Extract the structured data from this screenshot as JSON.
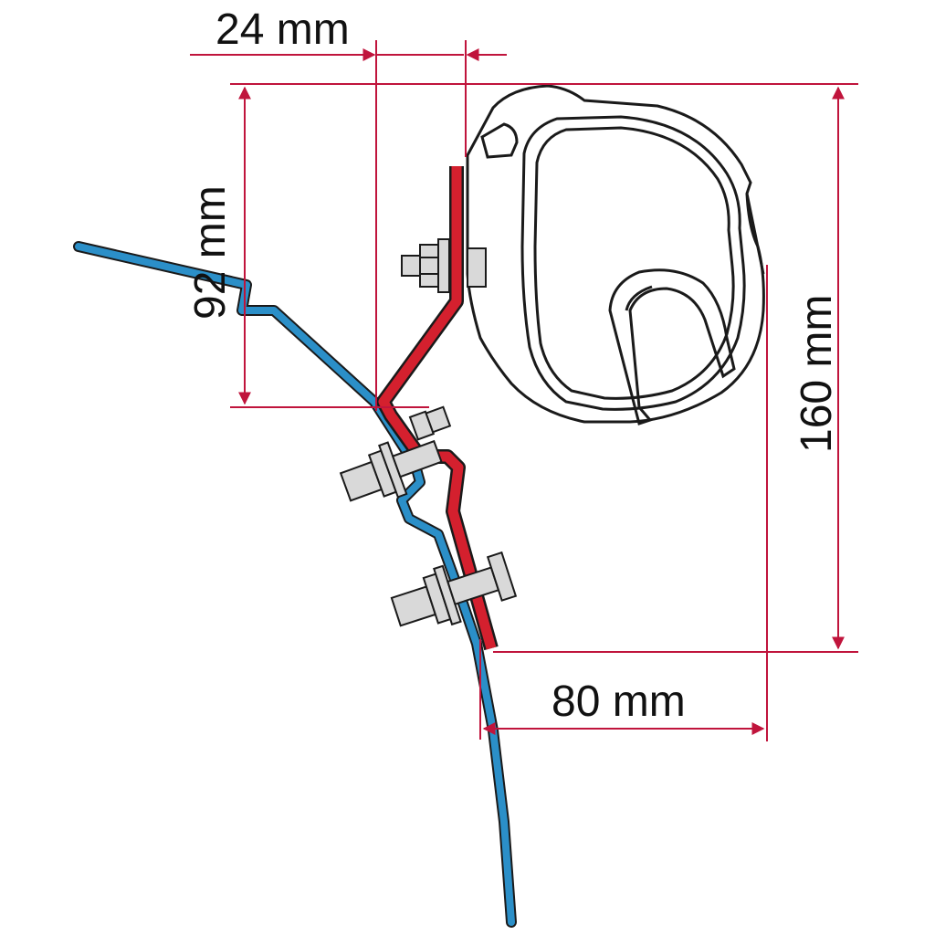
{
  "dimensions": {
    "offset_width": "24 mm",
    "bracket_height": "92 mm",
    "total_height": "160 mm",
    "projection": "80 mm"
  },
  "colors": {
    "dimension_line": "#c0143c",
    "adapter_bracket": "#d4202e",
    "vehicle_rail": "#2b8fc8",
    "outline": "#1a1a1a",
    "hardware_fill": "#d9d9d9"
  },
  "icons": {
    "awning_housing": "awning-cassette-outline",
    "bolts": "hex-bolt-with-nut"
  }
}
